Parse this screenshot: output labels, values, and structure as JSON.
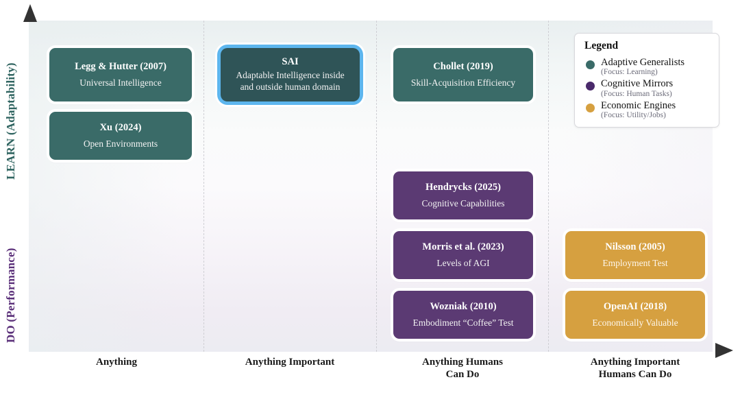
{
  "axes": {
    "y_top_label": "LEARN (Adaptability)",
    "y_bottom_label": "DO (Performance)",
    "y_top_color": "#2f6460",
    "y_bottom_color": "#5a2f79",
    "x_labels": [
      "Anything",
      "Anything Important",
      "Anything Humans\nCan Do",
      "Anything Important\nHumans Can Do"
    ],
    "x_label_1": "Anything",
    "x_label_2": "Anything Important",
    "x_label_3_line1": "Anything Humans",
    "x_label_3_line2": "Can Do",
    "x_label_4_line1": "Anything Important",
    "x_label_4_line2": "Humans Can Do",
    "up_arrow_icon": "arrow-up-icon",
    "right_arrow_icon": "arrow-right-icon"
  },
  "colors": {
    "adaptive_generalists": "#3a6b68",
    "cognitive_mirrors": "#5b3a73",
    "economic_engines": "#d6a040",
    "sai_highlight": "#5db6ee"
  },
  "legend": {
    "title": "Legend",
    "items": [
      {
        "name": "Adaptive Generalists",
        "focus": "(Focus: Learning)",
        "color": "#3a6b68"
      },
      {
        "name": "Cognitive Mirrors",
        "focus": "(Focus: Human Tasks)",
        "color": "#4a2a6b"
      },
      {
        "name": "Economic Engines",
        "focus": "(Focus: Utility/Jobs)",
        "color": "#d6a040"
      }
    ]
  },
  "cards": [
    {
      "id": "legg-hutter",
      "title": "Legg & Hutter (2007)",
      "subtitle": "Universal Intelligence",
      "category": "adaptive-generalists"
    },
    {
      "id": "xu",
      "title": "Xu (2024)",
      "subtitle": "Open Environments",
      "category": "adaptive-generalists"
    },
    {
      "id": "sai",
      "title": "SAI",
      "subtitle": "Adaptable Intelligence inside and outside human domain",
      "subtitle_line1": "Adaptable Intelligence inside",
      "subtitle_line2": "and outside human domain",
      "category": "adaptive-generalists",
      "highlighted": true
    },
    {
      "id": "chollet",
      "title": "Chollet (2019)",
      "subtitle": "Skill-Acquisition Efficiency",
      "category": "adaptive-generalists"
    },
    {
      "id": "hendrycks",
      "title": "Hendrycks (2025)",
      "subtitle": "Cognitive Capabilities",
      "category": "cognitive-mirrors"
    },
    {
      "id": "morris",
      "title": "Morris et al. (2023)",
      "subtitle": "Levels of AGI",
      "category": "cognitive-mirrors"
    },
    {
      "id": "wozniak",
      "title": "Wozniak (2010)",
      "subtitle": "Embodiment “Coffee” Test",
      "category": "cognitive-mirrors"
    },
    {
      "id": "nilsson",
      "title": "Nilsson (2005)",
      "subtitle": "Employment Test",
      "category": "economic-engines"
    },
    {
      "id": "openai",
      "title": "OpenAI (2018)",
      "subtitle": "Economically Valuable",
      "category": "economic-engines"
    }
  ]
}
